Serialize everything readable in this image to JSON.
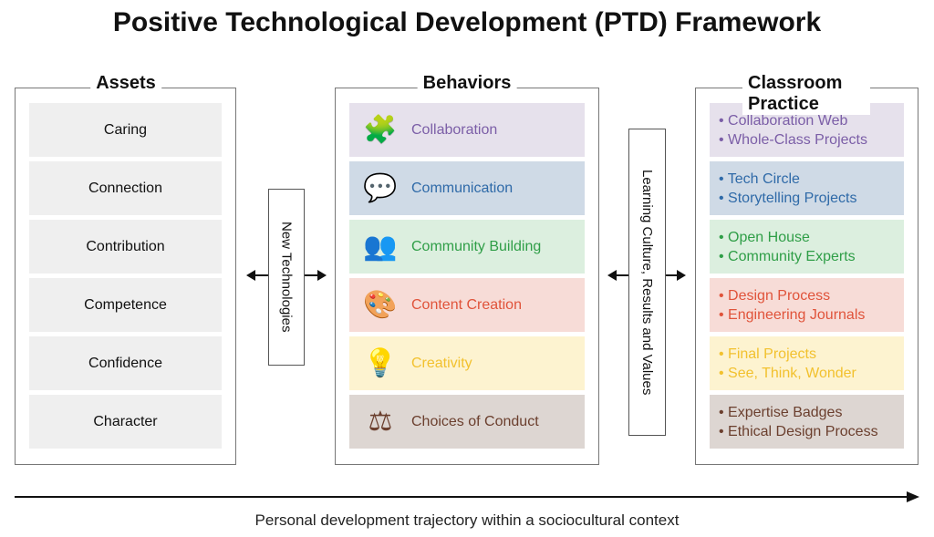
{
  "title": "Positive Technological Development (PTD) Framework",
  "assets": {
    "heading": "Assets",
    "items": [
      "Caring",
      "Connection",
      "Contribution",
      "Competence",
      "Confidence",
      "Character"
    ]
  },
  "behaviors": {
    "heading": "Behaviors",
    "items": [
      {
        "label": "Collaboration",
        "icon": "puzzle-people-icon",
        "color": "#7b5ea7",
        "bg": "#e6e1ec"
      },
      {
        "label": "Communication",
        "icon": "chat-people-icon",
        "color": "#2f6aa8",
        "bg": "#cfdae6"
      },
      {
        "label": "Community Building",
        "icon": "circle-of-people-icon",
        "color": "#2f9e47",
        "bg": "#dcefdf"
      },
      {
        "label": "Content Creation",
        "icon": "creative-tools-icon",
        "color": "#e0533a",
        "bg": "#f7dcd7"
      },
      {
        "label": "Creativity",
        "icon": "lightbulb-head-icon",
        "color": "#f2c12e",
        "bg": "#fdf3d0"
      },
      {
        "label": "Choices of Conduct",
        "icon": "scales-icon",
        "color": "#6b3f2e",
        "bg": "#ddd6d2"
      }
    ]
  },
  "practice": {
    "heading": "Classroom Practice",
    "items": [
      [
        "Collaboration Web",
        "Whole-Class Projects"
      ],
      [
        "Tech Circle",
        "Storytelling Projects"
      ],
      [
        "Open House",
        "Community Experts"
      ],
      [
        "Design Process",
        "Engineering Journals"
      ],
      [
        "Final Projects",
        "See, Think, Wonder"
      ],
      [
        "Expertise Badges",
        "Ethical Design Process"
      ]
    ]
  },
  "connector_left": "New Technologies",
  "connector_right": "Learning Culture, Results and Values",
  "caption": "Personal development trajectory within a sociocultural context"
}
